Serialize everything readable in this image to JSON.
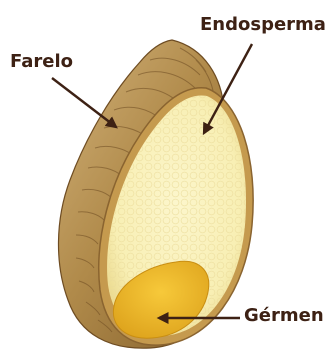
{
  "labels": {
    "bran": "Farelo",
    "endosperm": "Endosperma",
    "germ": "Gérmen"
  },
  "colors": {
    "label_text": "#3d2114",
    "arrow": "#3d2114",
    "bran_dark": "#8a6430",
    "bran_mid": "#b08a4a",
    "bran_light": "#d2b27a",
    "endosperm": "#f8efb4",
    "endosperm_edge": "#e6d48a",
    "germ": "#f0bd2c",
    "germ_dark": "#d9a01a"
  }
}
